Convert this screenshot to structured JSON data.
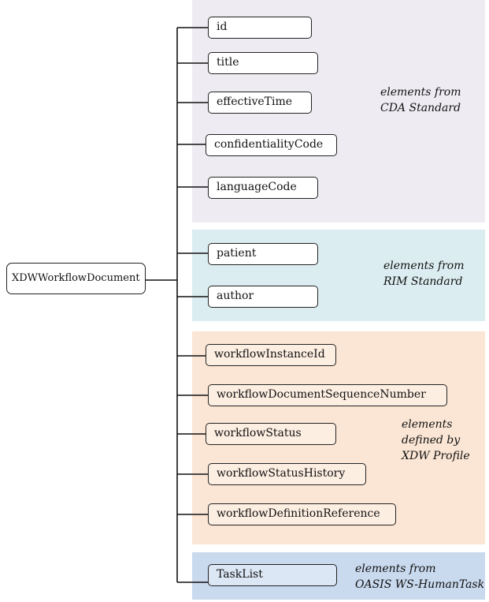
{
  "root": {
    "label": "XDWWorkflowDocument"
  },
  "groups": {
    "cda": {
      "annotation_line1": "elements from",
      "annotation_line2": "CDA Standard",
      "color": "#eeecf2",
      "items": [
        "id",
        "title",
        "effectiveTime",
        "confidentialityCode",
        "languageCode"
      ]
    },
    "rim": {
      "annotation_line1": "elements from",
      "annotation_line2": "RIM Standard",
      "color": "#dcedf1",
      "items": [
        "patient",
        "author"
      ]
    },
    "xdw": {
      "annotation_line1": "elements",
      "annotation_line2": "defined by",
      "annotation_line3": "XDW Profile",
      "color": "#fbe6d5",
      "items": [
        "workflowInstanceId",
        "workflowDocumentSequenceNumber",
        "workflowStatus",
        "workflowStatusHistory",
        "workflowDefinitionReference"
      ]
    },
    "oasis": {
      "annotation_line1": "elements from",
      "annotation_line2": "OASIS WS-HumanTask",
      "color": "#c9d9ee",
      "items": [
        "TaskList"
      ]
    }
  }
}
